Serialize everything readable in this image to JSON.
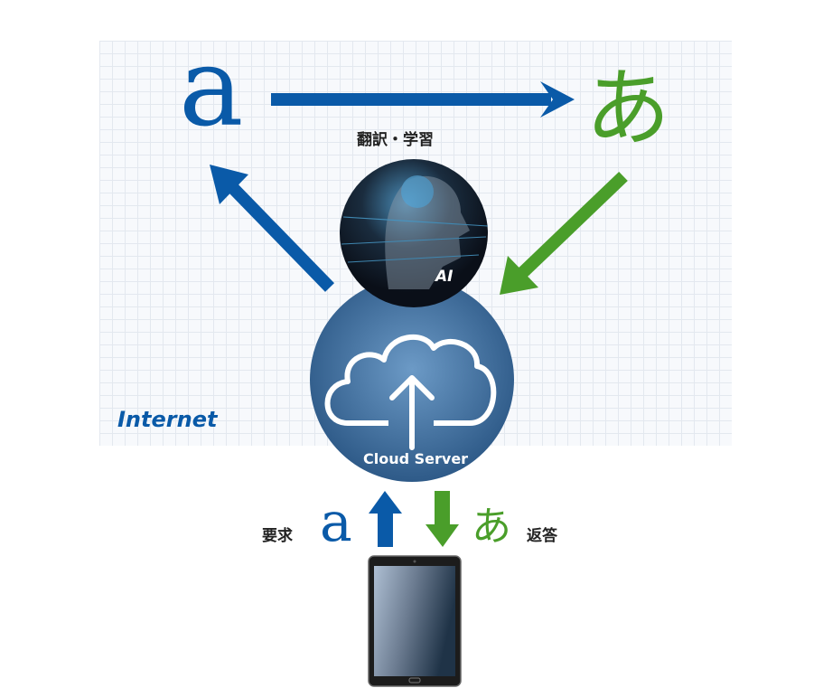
{
  "diagram": {
    "source_char": "a",
    "target_char": "あ",
    "translate_label": "翻訳・学習",
    "ai_label": "AI",
    "server_label": "Cloud Server",
    "network_label": "Internet",
    "request_label": "要求",
    "response_label": "返答",
    "request_char": "a",
    "response_char": "あ"
  },
  "colors": {
    "blue": "#0a5aa8",
    "green": "#4a9e2a",
    "server": "#4a78a6"
  }
}
